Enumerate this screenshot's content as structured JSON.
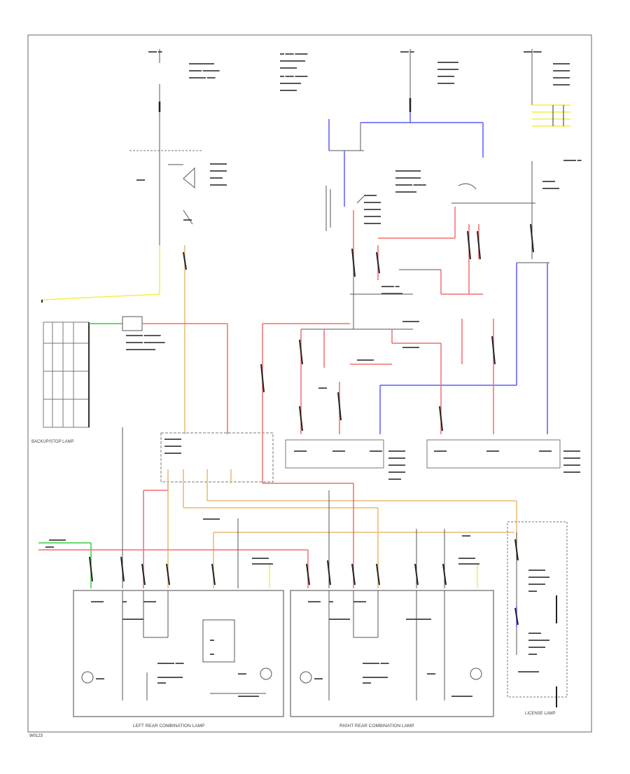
{
  "diagram": {
    "labels": {
      "backup_lamp": "BACKUP/STOP LAMP",
      "left_rear_combo": "LEFT REAR COMBINATION LAMP",
      "right_rear_combo": "RIGHT REAR COMBINATION LAMP",
      "license_lamp": "LICENSE LAMP",
      "footer_code": "W0123"
    },
    "wire_colors": {
      "red": "#f26d6d",
      "orange": "#e8b870",
      "yellow": "#f2ee4a",
      "blue": "#5a5aff",
      "green": "#3ccc3c",
      "black": "#222222",
      "gray": "#8a8a8a"
    }
  }
}
